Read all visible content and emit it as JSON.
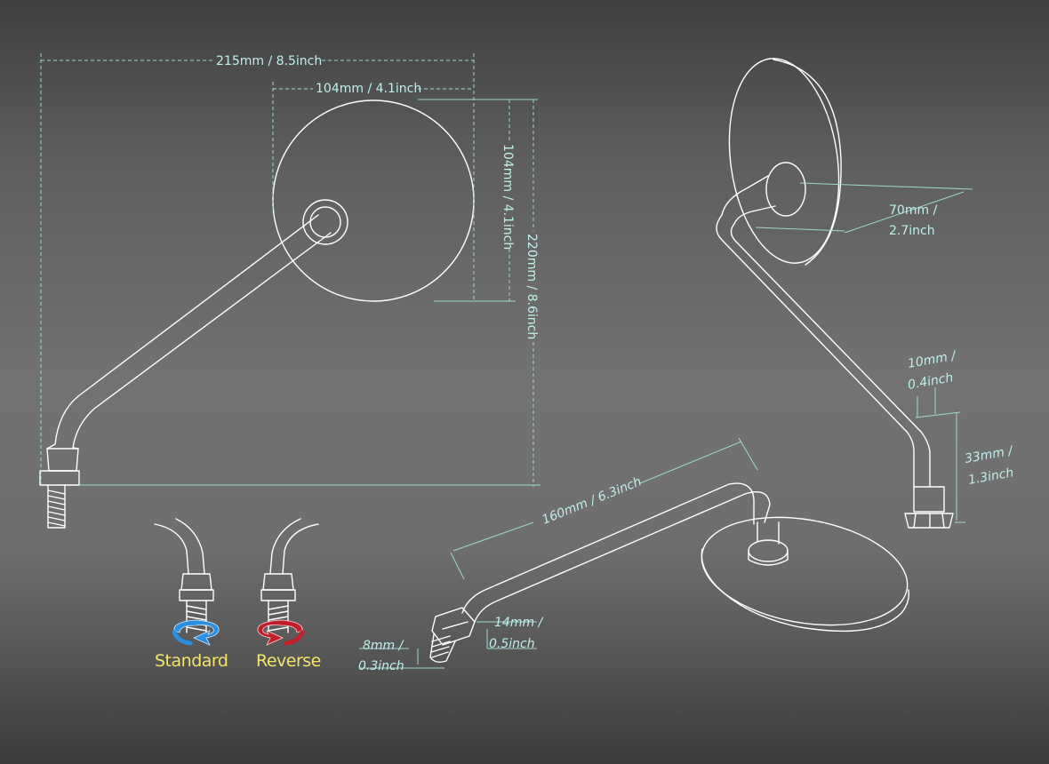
{
  "front_view": {
    "width_label": "215mm / 8.5inch",
    "mirror_width_label": "104mm / 4.1inch",
    "mirror_height_label": "104mm / 4.1inch",
    "total_height_label": "220mm / 8.6inch"
  },
  "side_view": {
    "depth_label_line1": "70mm /",
    "depth_label_line2": "2.7inch",
    "stem_diameter_line1": "10mm /",
    "stem_diameter_line2": "0.4inch",
    "base_height_line1": "33mm /",
    "base_height_line2": "1.3inch"
  },
  "top_view": {
    "arm_length_label": "160mm / 6.3inch",
    "nut_label_line1": "14mm /",
    "nut_label_line2": "0.5inch",
    "thread_label_line1": "8mm /",
    "thread_label_line2": "0.3inch"
  },
  "thread_types": {
    "standard_label": "Standard",
    "reverse_label": "Reverse",
    "standard_color": "#2a8fe0",
    "reverse_color": "#c0202a",
    "label_color": "#f3e46a"
  }
}
